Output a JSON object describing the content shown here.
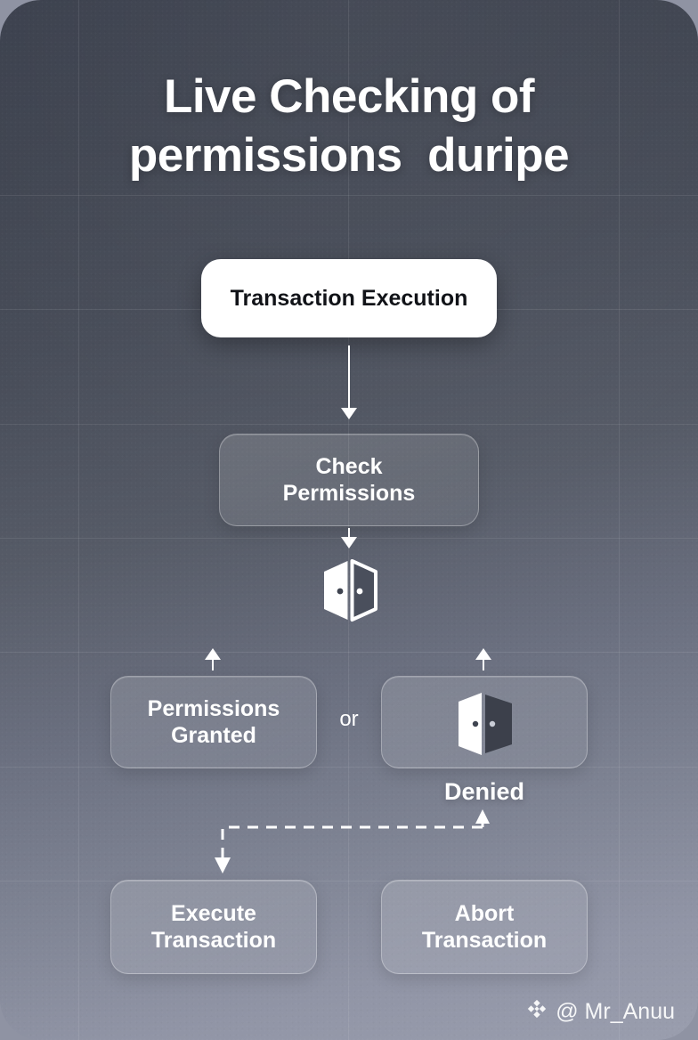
{
  "title": {
    "line1": "Live Checking of",
    "line2": "permissions  duripe"
  },
  "flow": {
    "transaction_execution": "Transaction Execution",
    "check_permissions_line1": "Check",
    "check_permissions_line2": "Permissions",
    "permissions_granted_line1": "Permissions",
    "permissions_granted_line2": "Granted",
    "or_label": "or",
    "denied_label": "Denied",
    "execute_line1": "Execute",
    "execute_line2": "Transaction",
    "abort_line1": "Abort",
    "abort_line2": "Transaction"
  },
  "icons": {
    "door_center": "double-door-icon",
    "door_denied": "closed-door-icon",
    "watermark_logo": "diamond-logo-icon"
  },
  "watermark": {
    "handle": "@ Mr_Anuu"
  },
  "colors": {
    "card_top": "#3a3f4c",
    "card_bottom": "#9a9eae",
    "node_white_bg": "#ffffff",
    "node_white_text": "#111318",
    "glass_border": "rgba(255,255,255,0.30)",
    "connector": "#ffffff",
    "grid_line": "rgba(255,255,255,0.085)"
  }
}
